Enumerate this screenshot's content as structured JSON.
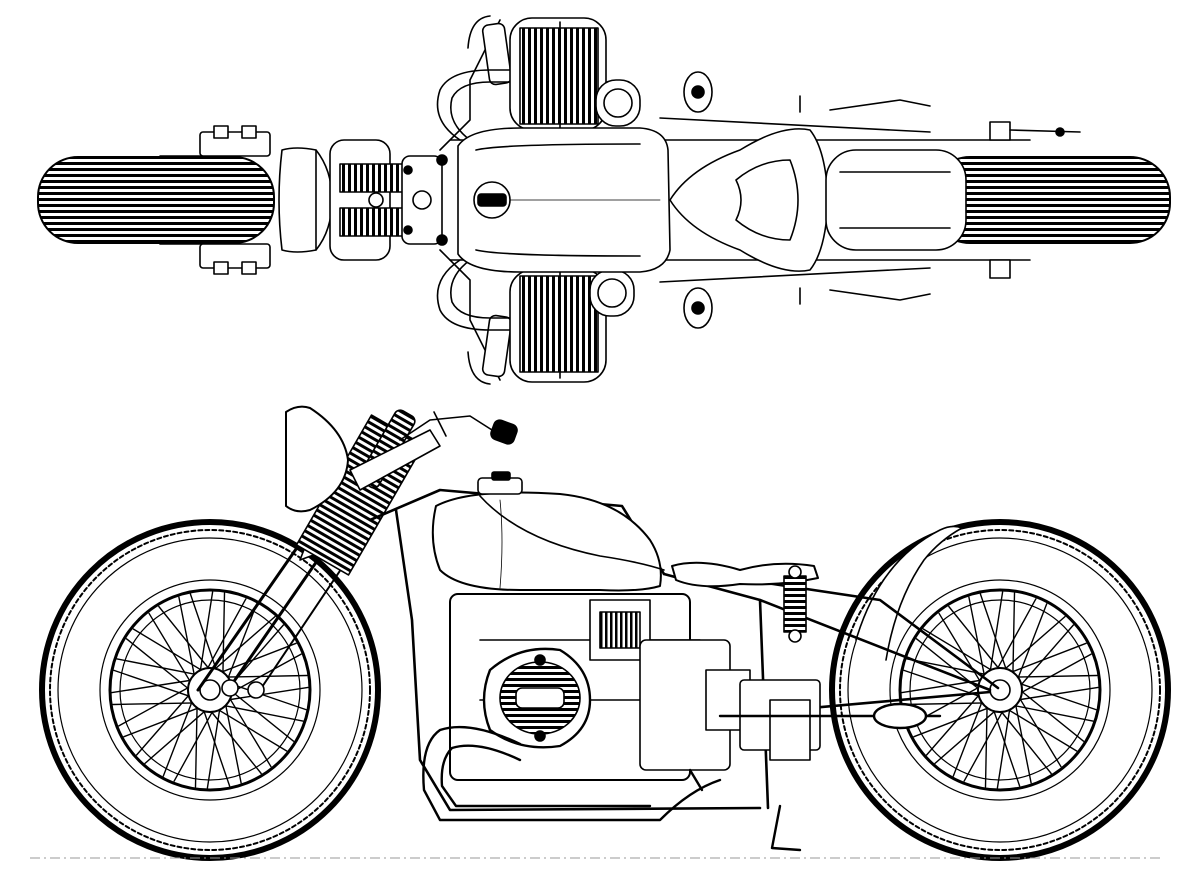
{
  "drawing": {
    "views": [
      {
        "id": "top",
        "kind": "top-view"
      },
      {
        "id": "side",
        "kind": "side-view"
      }
    ],
    "front_wheel": {
      "spokes": 36
    },
    "rear_wheel": {
      "spokes": 36
    },
    "colors": {
      "ink": "#000000",
      "paper": "#ffffff",
      "ground_line": "#9a9a9a"
    }
  }
}
